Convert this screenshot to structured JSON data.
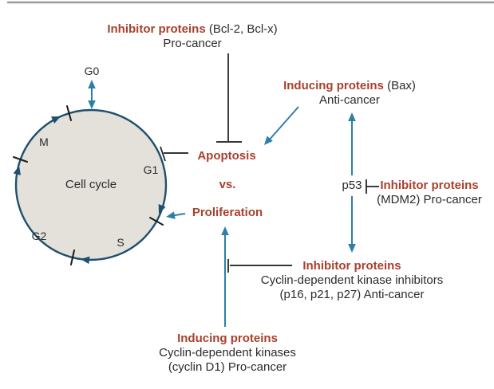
{
  "colors": {
    "accent_red": "#A8402E",
    "arrow_teal": "#2E7FA8",
    "circle_stroke": "#1E506E",
    "circle_fill": "#E4E1DB",
    "line_black": "#1A1A1A",
    "text_black": "#2B2B2B",
    "top_border_gray": "#9B9B9B"
  },
  "cell_cycle": {
    "label": "Cell cycle",
    "phases": {
      "g0": "G0",
      "m": "M",
      "g1": "G1",
      "g2": "G2",
      "s": "S"
    }
  },
  "versus": {
    "apoptosis": "Apoptosis",
    "vs": "vs.",
    "proliferation": "Proliferation"
  },
  "blocks": {
    "bcl": {
      "title": "Inhibitor proteins",
      "detail": " (Bcl-2, Bcl-x)",
      "line2": "Pro-cancer"
    },
    "bax": {
      "title": "Inducing proteins",
      "detail": " (Bax)",
      "line2": "Anti-cancer"
    },
    "p53": {
      "label": "p53"
    },
    "mdm2": {
      "title": "Inhibitor proteins",
      "line2": "(MDM2) Pro-cancer"
    },
    "cdki": {
      "title": "Inhibitor proteins",
      "line2": "Cyclin-dependent kinase inhibitors",
      "line3": "(p16, p21, p27) Anti-cancer"
    },
    "cdk": {
      "title": "Inducing proteins",
      "line2": "Cyclin-dependent kinases",
      "line3": "(cyclin D1) Pro-cancer"
    }
  }
}
